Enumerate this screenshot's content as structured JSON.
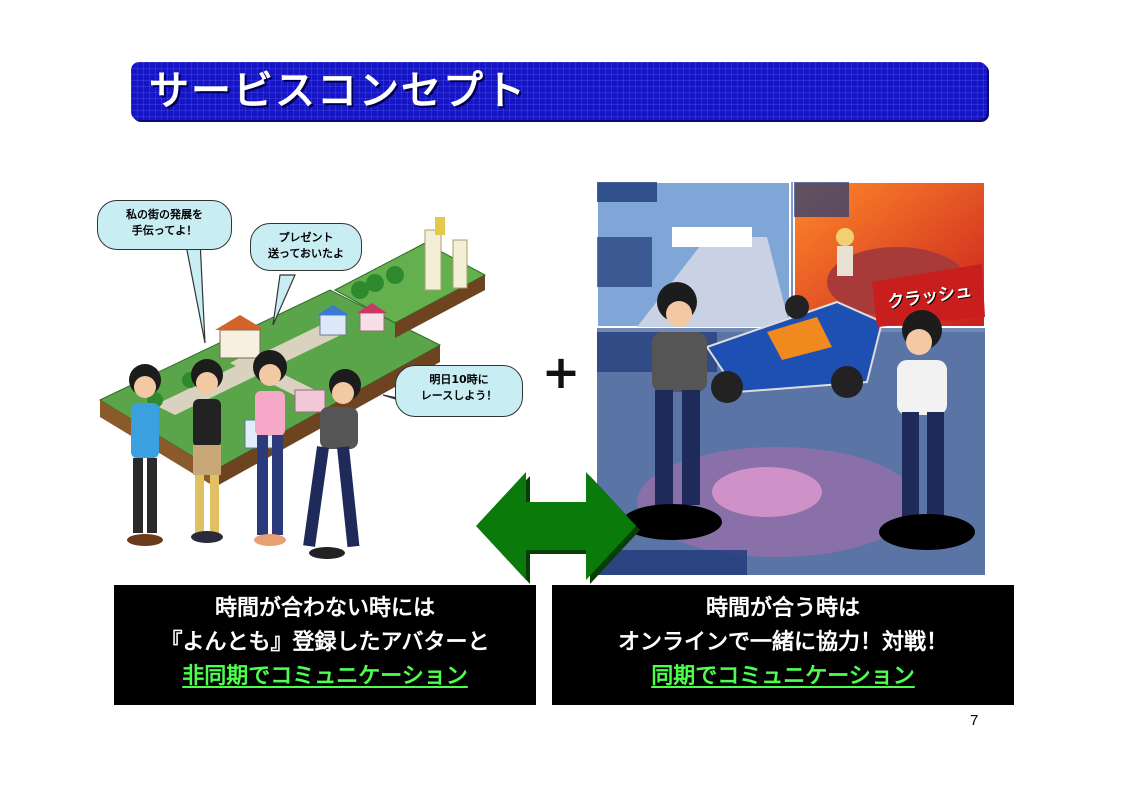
{
  "header": {
    "title": "サービスコンセプト"
  },
  "left_scene": {
    "bubbles": {
      "b1_line1": "私の街の発展を",
      "b1_line2": "手伝ってよ！",
      "b2_line1": "プレゼント",
      "b2_line2": "送っておいたよ",
      "b3_line1": "明日10時に",
      "b3_line2": "レースしよう！"
    }
  },
  "right_scene": {
    "crash_label": "クラッシュ"
  },
  "captions": {
    "left": {
      "line1": "時間が合わない時には",
      "line2": "『よんとも』登録したアバターと",
      "line3": "非同期でコミュニケーション"
    },
    "right": {
      "line1": "時間が合う時は",
      "line2": "オンラインで一緒に協力！対戦！",
      "line3": "同期でコミュニケーション"
    }
  },
  "page_number": "7",
  "colors": {
    "title_bar": "#1414c8",
    "arrow": "#0a7a0a",
    "highlight": "#4dff4d",
    "caption_bg": "#000000"
  }
}
